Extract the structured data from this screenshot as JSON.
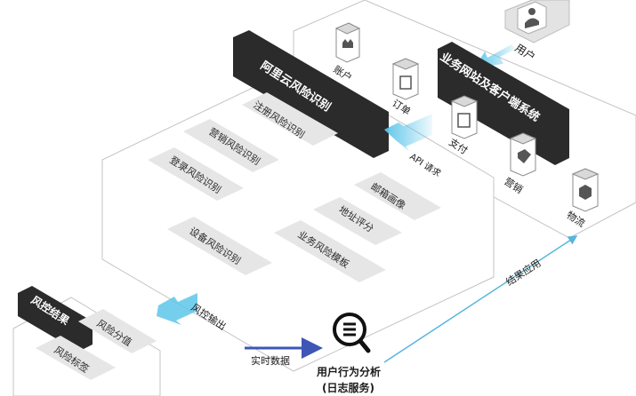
{
  "user_label": "用户",
  "business_banner": "业务网站及客户端系统",
  "business_modules": [
    {
      "label": "账户",
      "icon": "crown-document-icon"
    },
    {
      "label": "订单",
      "icon": "order-list-icon"
    },
    {
      "label": "支付",
      "icon": "payment-receipt-icon"
    },
    {
      "label": "营销",
      "icon": "tag-icon"
    },
    {
      "label": "物流",
      "icon": "box-icon"
    }
  ],
  "api_label": "API 请求",
  "risk_banner": "阿里云风险识别",
  "risk_left_cards": [
    "注册风险识别",
    "营销风险识别",
    "登录风险识别",
    "设备风险识别"
  ],
  "risk_right_cards": [
    "邮箱画像",
    "地址评分",
    "业务风险模板"
  ],
  "result_banner": "风控结果",
  "result_cards": [
    "风险分值",
    "风险标签"
  ],
  "risk_output_label": "风控输出",
  "realtime_label": "实时数据",
  "apply_label": "结果应用",
  "analysis_title_line1": "用户行为分析",
  "analysis_title_line2": "(日志服务)",
  "analysis_icon": "search-list-icon",
  "colors": {
    "banner": "#2b2b2b",
    "card": "#e6e6e6",
    "arrow_cyan": "#5ec6ea",
    "arrow_blue": "#3e56b5",
    "apply_line": "#56b6dd",
    "panel_border": "#c4c4c4"
  }
}
